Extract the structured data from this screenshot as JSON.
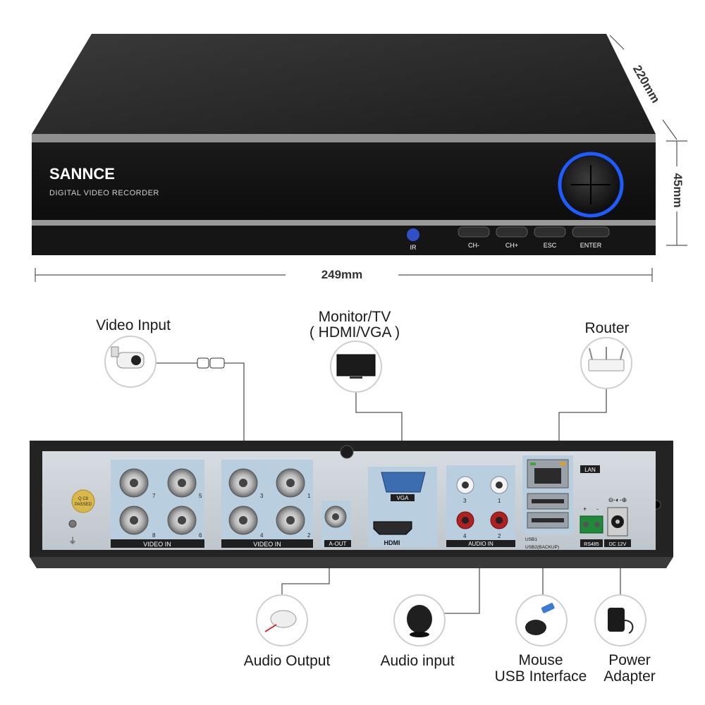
{
  "front": {
    "brand": "SANNCE",
    "subtitle": "DIGITAL VIDEO RECORDER",
    "ir_label": "IR",
    "buttons": [
      "CH-",
      "CH+",
      "ESC",
      "ENTER"
    ]
  },
  "dimensions": {
    "width": "249mm",
    "depth": "220mm",
    "height": "45mm"
  },
  "back_panel": {
    "qc_badge": [
      "Q C8",
      "PASSED"
    ],
    "video_in_label": "VIDEO IN",
    "video_in_group1_numbers": [
      "7",
      "5",
      "8",
      "6"
    ],
    "video_in_group2_numbers": [
      "3",
      "1",
      "4",
      "2"
    ],
    "aout_label": "A-OUT",
    "vga_label": "VGA",
    "hdmi_label": "HDMI",
    "audio_in_label": "AUDIO IN",
    "audio_in_numbers": [
      "3",
      "1",
      "4",
      "2"
    ],
    "lan_label": "LAN",
    "usb1_label": "USB1",
    "usb2_label": "USB2(BACKUP)",
    "rs485_label": "RS485",
    "rs485_plus": "+",
    "rs485_minus": "-",
    "dc_label": "DC 12V"
  },
  "callouts": {
    "video_input": "Video Input",
    "monitor_line1": "Monitor/TV",
    "monitor_line2": "( HDMI/VGA )",
    "router": "Router",
    "audio_output": "Audio Output",
    "audio_input": "Audio input",
    "mouse_line1": "Mouse",
    "mouse_line2": "USB Interface",
    "power_line1": "Power",
    "power_line2": "Adapter"
  },
  "colors": {
    "chassis": "#262626",
    "panel": "#c9d0d6",
    "port_highlight": "#b9cfe0",
    "accent_blue": "#1e5cff",
    "terminal_green": "#1f8a3a"
  }
}
